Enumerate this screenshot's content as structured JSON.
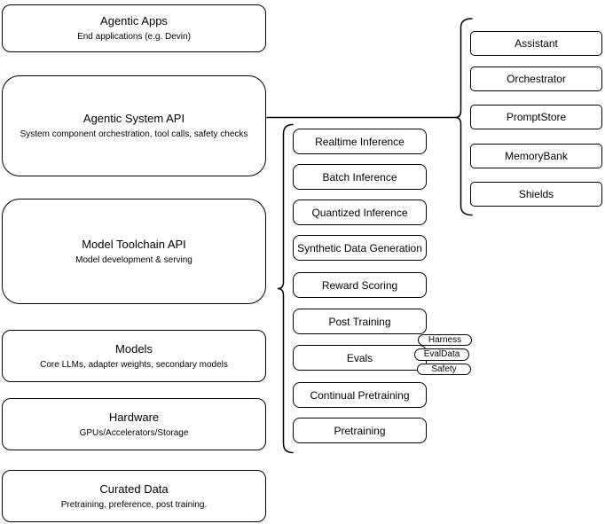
{
  "colors": {
    "stroke": "#000000",
    "fill": "#ffffff"
  },
  "left_column": [
    {
      "title": "Agentic Apps",
      "subtitle": "End applications (e.g. Devin)"
    },
    {
      "title": "Agentic System API",
      "subtitle": "System component orchestration, tool calls, safety checks"
    },
    {
      "title": "Model Toolchain API",
      "subtitle": "Model development & serving"
    },
    {
      "title": "Models",
      "subtitle": "Core LLMs, adapter weights, secondary models"
    },
    {
      "title": "Hardware",
      "subtitle": "GPUs/Accelerators/Storage"
    },
    {
      "title": "Curated Data",
      "subtitle": "Pretraining, preference, post training."
    }
  ],
  "toolchain_group": {
    "items": [
      "Realtime Inference",
      "Batch Inference",
      "Quantized Inference",
      "Synthetic Data Generation",
      "Reward Scoring",
      "Post Training",
      "Evals",
      "Continual Pretraining",
      "Pretraining"
    ]
  },
  "eval_tags": [
    "Harness",
    "EvalData",
    "Safety"
  ],
  "system_group": {
    "items": [
      "Assistant",
      "Orchestrator",
      "PromptStore",
      "MemoryBank",
      "Shields"
    ]
  }
}
